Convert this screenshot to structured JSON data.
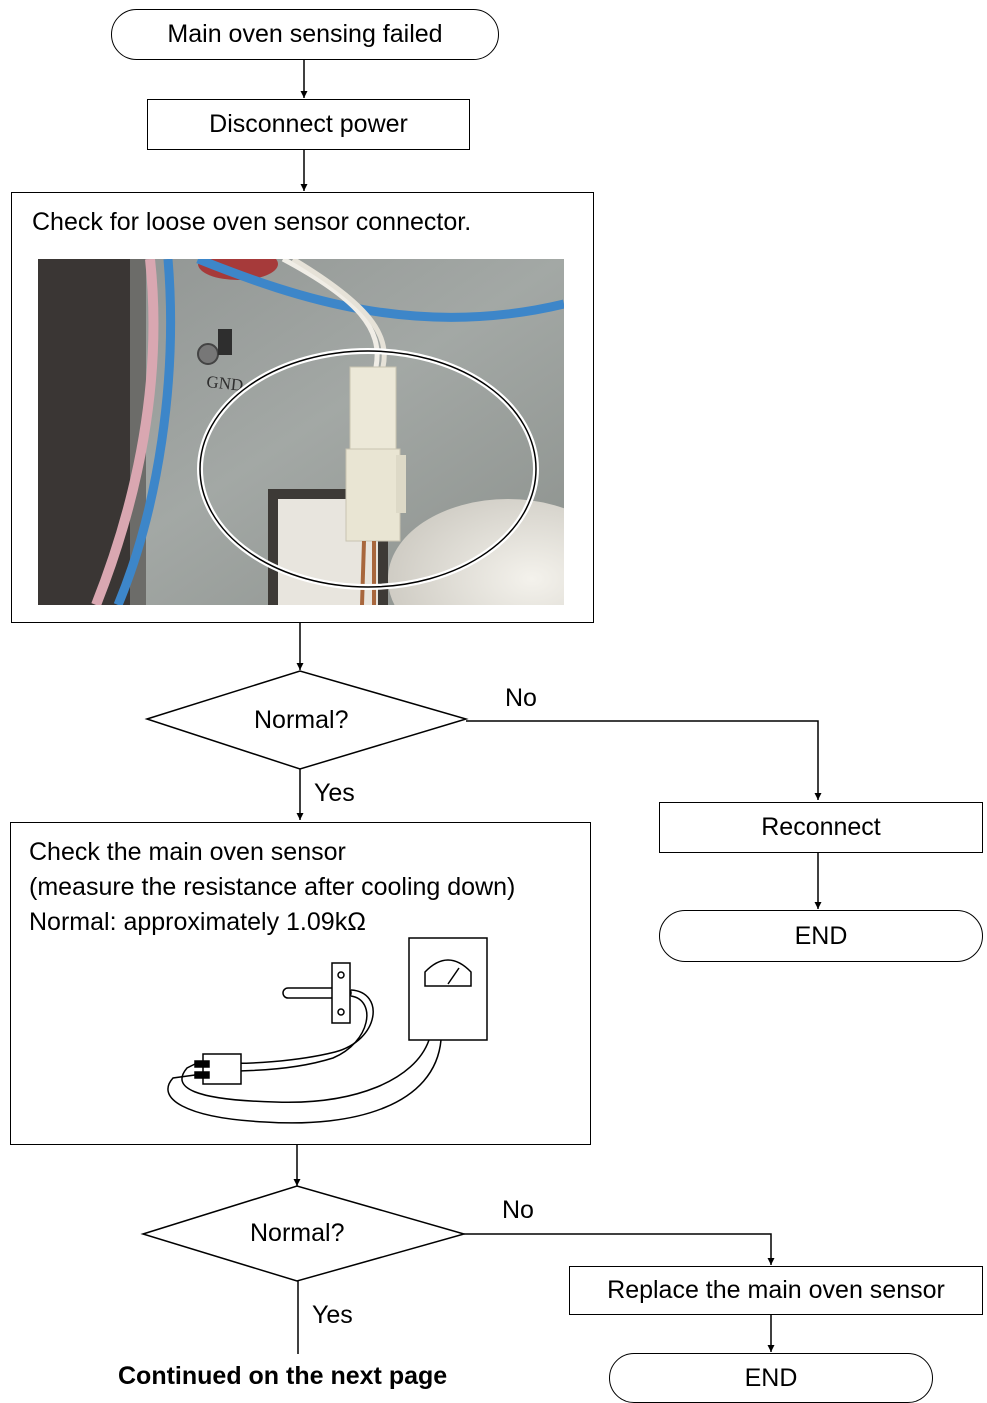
{
  "flow": {
    "start": "Main oven sensing failed",
    "disconnect": "Disconnect power",
    "check_connector": "Check for loose oven sensor connector.",
    "decision1": "Normal?",
    "decision1_no": "No",
    "decision1_yes": "Yes",
    "reconnect": "Reconnect",
    "end1": "END",
    "check_sensor": {
      "line1": "Check the main oven sensor",
      "line2": "(measure the resistance after cooling down)",
      "line3": "Normal: approximately 1.09kΩ"
    },
    "decision2": "Normal?",
    "decision2_no": "No",
    "decision2_yes": "Yes",
    "replace": "Replace the main oven sensor",
    "end2": "END",
    "continued": "Continued on the next page"
  },
  "photo": {
    "ground_label": "GND"
  }
}
